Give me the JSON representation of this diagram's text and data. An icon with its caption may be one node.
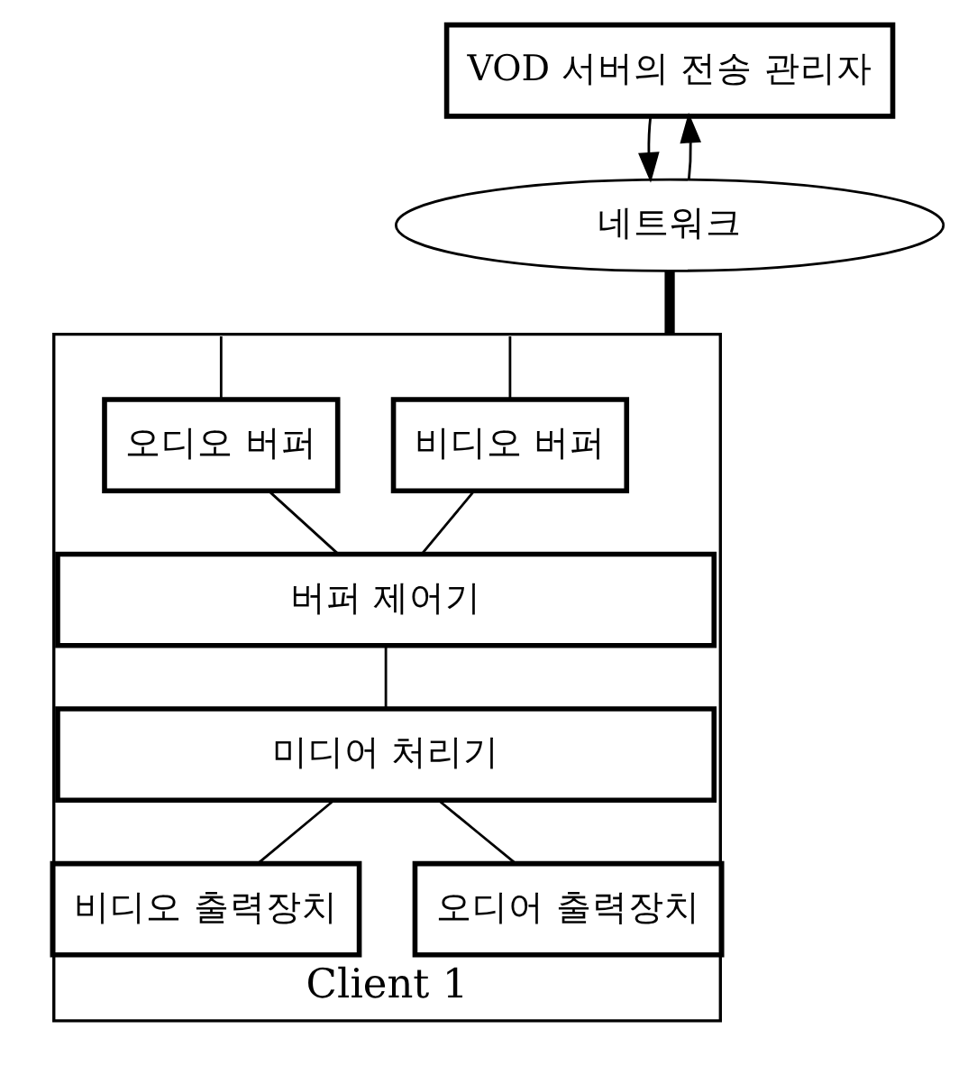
{
  "diagram": {
    "nodes": [
      {
        "text": [
          "VOD 서버의 전송 관리자"
        ]
      },
      {
        "text": [
          "네트워크"
        ]
      },
      {
        "text": [
          "Client 1"
        ]
      },
      {
        "text": [
          "비디오 버퍼"
        ],
        "in": 2
      },
      {
        "text": [
          "오디오 버퍼"
        ],
        "in": 2
      },
      {
        "text": [
          "버퍼 제어기"
        ],
        "in": 2
      },
      {
        "text": [
          "미디어 처리기"
        ],
        "in": 2
      },
      {
        "text": [
          "비디오 출력장치"
        ],
        "in": 2
      },
      {
        "text": [
          "오디어 출력장치"
        ],
        "in": 2
      }
    ],
    "edges": [
      {
        "from": 0,
        "to": 1,
        "arrow": "to"
      },
      {
        "from": 1,
        "to": 0,
        "arrow": "to"
      },
      {
        "from": 1,
        "to": 2,
        "arrow": "none",
        "style": "thick"
      },
      {
        "from": 2,
        "to": 3,
        "arrow": "none"
      },
      {
        "from": 2,
        "to": 4,
        "arrow": "none"
      },
      {
        "from": 3,
        "to": 5,
        "arrow": "none"
      },
      {
        "from": 4,
        "to": 5,
        "arrow": "none"
      },
      {
        "from": 5,
        "to": 6,
        "arrow": "none"
      },
      {
        "from": 6,
        "to": 7,
        "arrow": "none"
      },
      {
        "from": 6,
        "to": 8,
        "arrow": "none"
      }
    ]
  }
}
